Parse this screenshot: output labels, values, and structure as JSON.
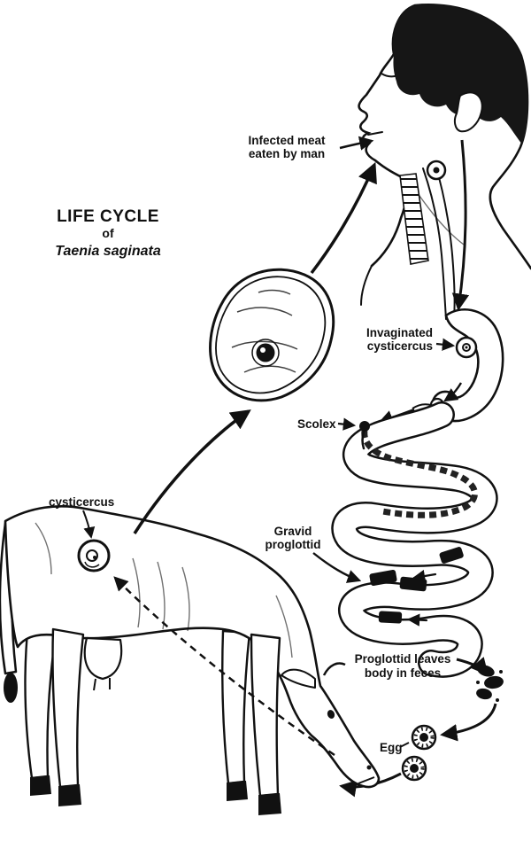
{
  "title": {
    "line1": "LIFE CYCLE",
    "line2": "of",
    "line3": "Taenia saginata"
  },
  "labels": {
    "infected_meat_1": "Infected meat",
    "infected_meat_2": "eaten by man",
    "invaginated_1": "Invaginated",
    "invaginated_2": "cysticercus",
    "scolex": "Scolex",
    "gravid_1": "Gravid",
    "gravid_2": "proglottid",
    "cow_cysticercus": "cysticercus",
    "proglottid_1": "Proglottid leaves",
    "proglottid_2": "body in feces",
    "egg": "Egg"
  },
  "colors": {
    "ink": "#111111",
    "paper": "#ffffff"
  }
}
